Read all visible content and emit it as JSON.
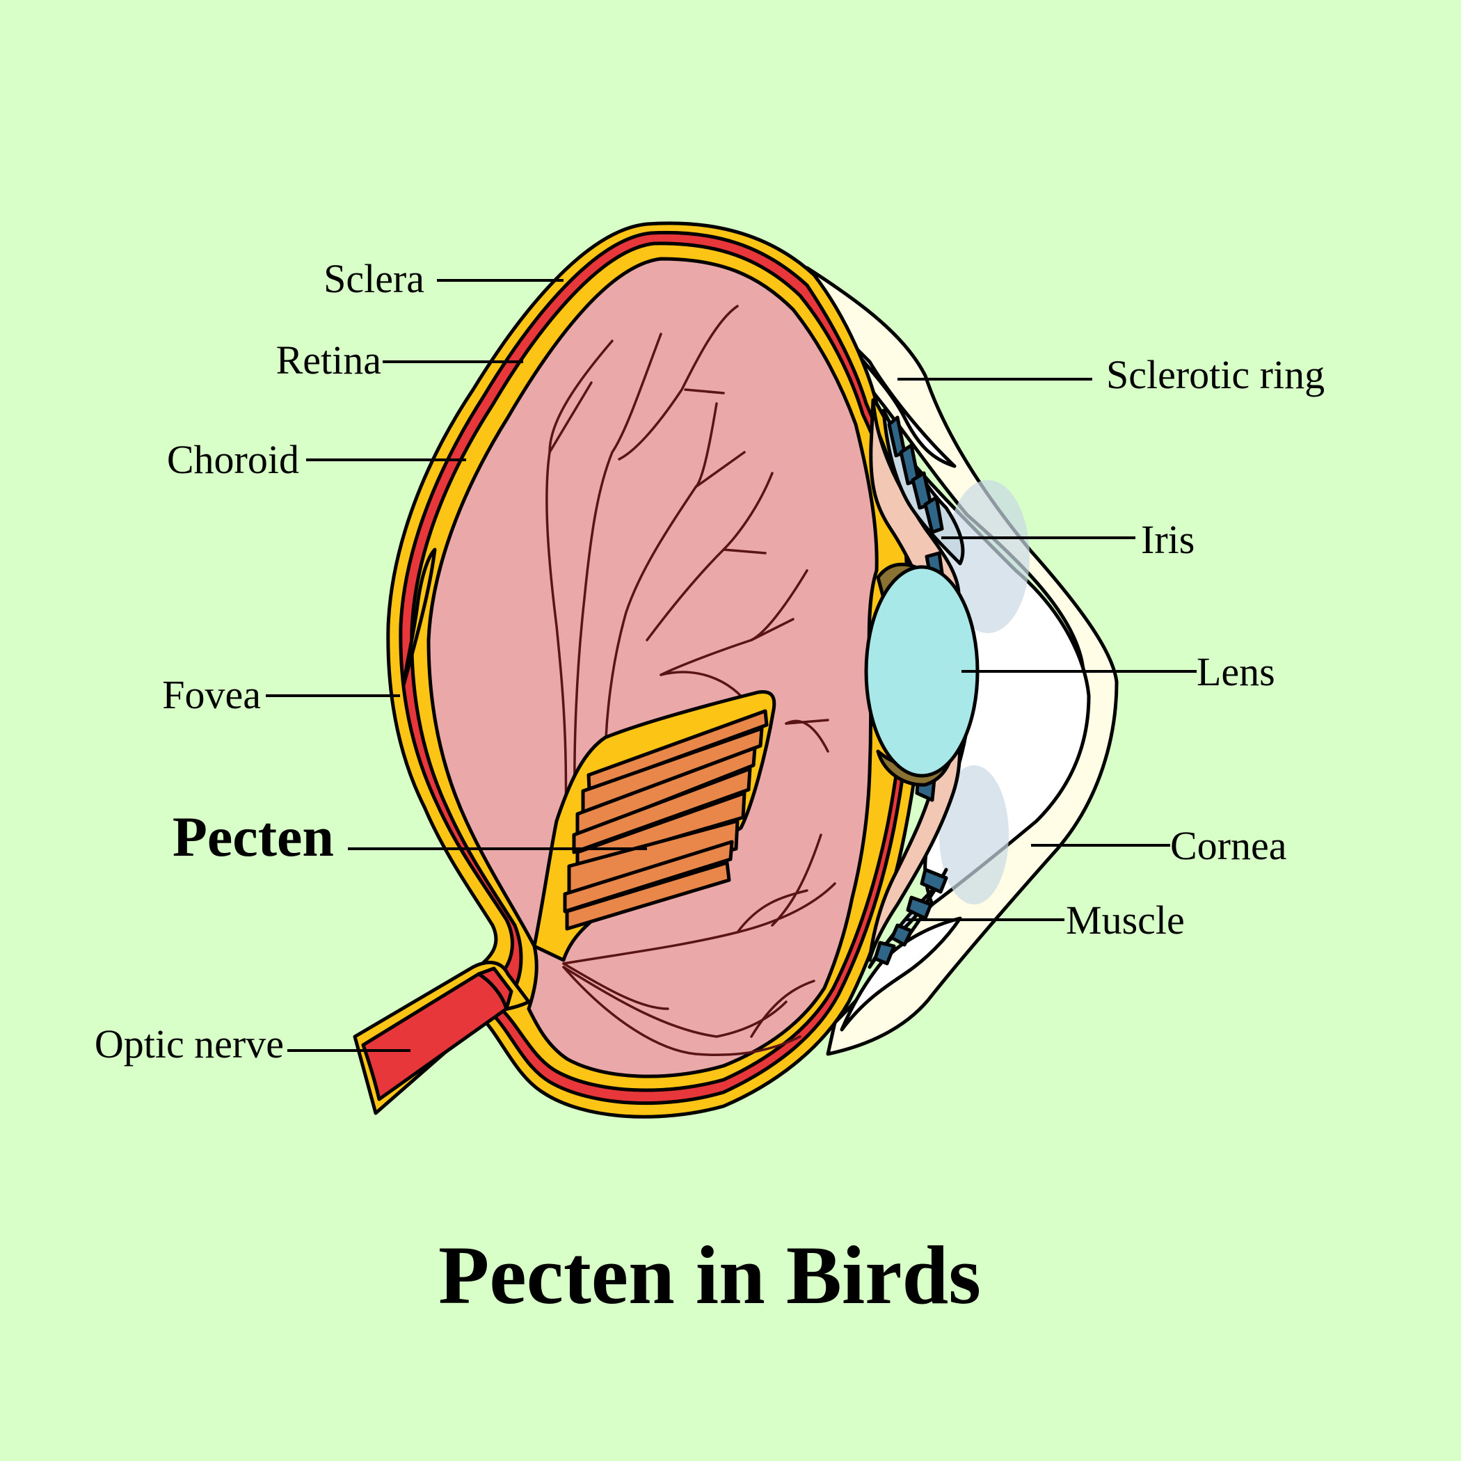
{
  "title": "Pecten in Birds",
  "labels": {
    "sclera": "Sclera",
    "retina": "Retina",
    "choroid": "Choroid",
    "fovea": "Fovea",
    "pecten": "Pecten",
    "optic_nerve": "Optic nerve",
    "sclerotic_ring": "Sclerotic ring",
    "iris": "Iris",
    "lens": "Lens",
    "cornea": "Cornea",
    "muscle": "Muscle"
  },
  "colors": {
    "background": "#d8ffc8",
    "sclera": "#fcc414",
    "retina": "#e8373a",
    "vitreous": "#eba8a8",
    "vessel": "#5a1414",
    "pecten_fold": "#e9864a",
    "lens": "#a8e8e8",
    "lens_rim": "#8a7232",
    "iris": "#f2c8b4",
    "ciliary_muscle": "#2f6688",
    "aqueous": "#ffffff",
    "cornea": "#fffde6",
    "sclerotic_ring": "#ffffff"
  }
}
